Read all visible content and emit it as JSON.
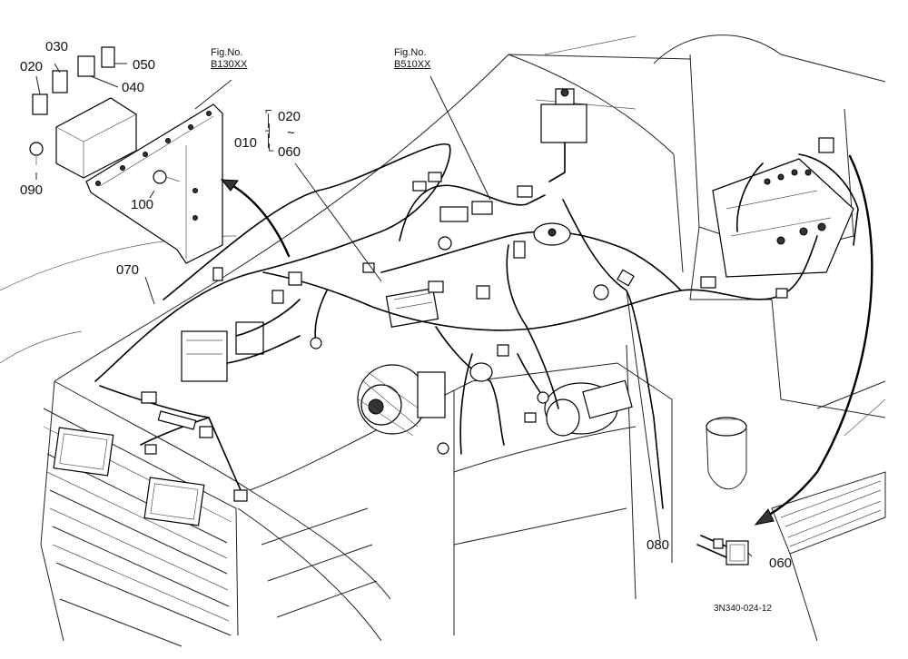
{
  "figure_code": "3N340-024-12",
  "refs": [
    {
      "key": "b130",
      "fig_label": "Fig.No.",
      "fig_number": "B130XX"
    },
    {
      "key": "b510",
      "fig_label": "Fig.No.",
      "fig_number": "B510XX"
    }
  ],
  "callouts": {
    "c010": "010",
    "c020": "020",
    "c020b": "020",
    "c030": "030",
    "c040": "040",
    "c050": "050",
    "c060": "060",
    "c060b": "060",
    "c070": "070",
    "c080": "080",
    "c090": "090",
    "c100": "100"
  },
  "range_tilde": "~"
}
